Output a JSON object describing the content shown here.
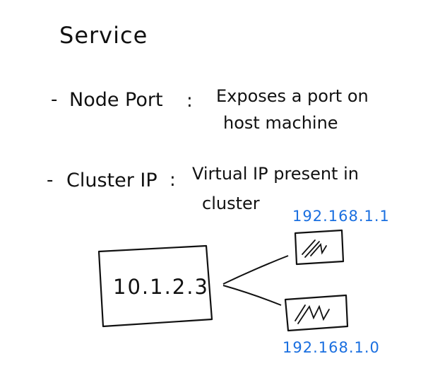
{
  "title": "Service",
  "bullets": [
    {
      "dash": "-",
      "label": "Node Port",
      "colon": ":",
      "desc_line1": "Exposes a port on",
      "desc_line2": "host machine"
    },
    {
      "dash": "-",
      "label": "Cluster IP",
      "colon": ":",
      "desc_line1": "Virtual IP present in",
      "desc_line2": "cluster"
    }
  ],
  "diagram": {
    "service_box_label": "10.1.2.3",
    "pods": [
      {
        "ip": "192.168.1.1"
      },
      {
        "ip": "192.168.1.0"
      }
    ],
    "colors": {
      "ink": "#111111",
      "ip_blue": "#1a6fe0"
    }
  }
}
